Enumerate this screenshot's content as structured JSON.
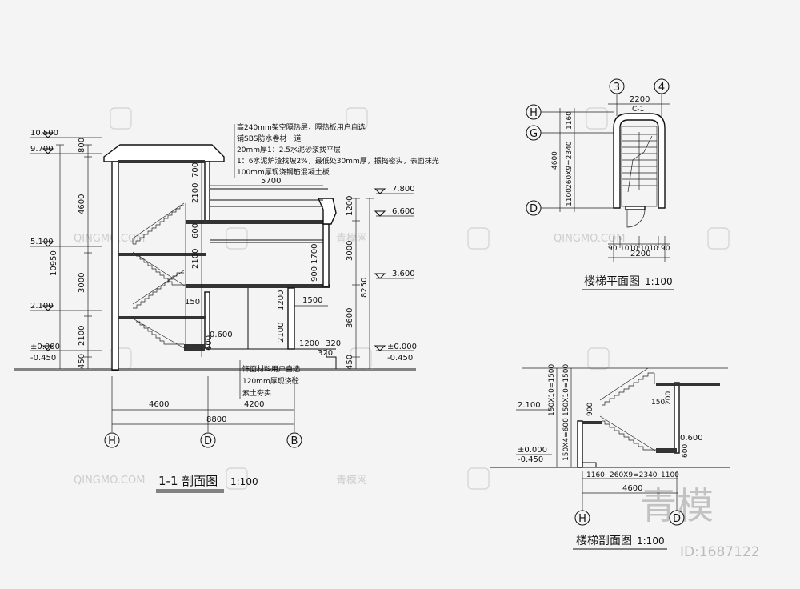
{
  "watermark": {
    "site": "QINGMO.COM",
    "cn": "青模网",
    "brand": "青模",
    "id": "ID:1687122"
  },
  "section11": {
    "title": "1-1 剖面图",
    "scale": "1:100",
    "elevations_left": [
      "10.500",
      "9.700",
      "5.100",
      "2.100",
      "±0.000",
      "-0.450"
    ],
    "elevations_right": [
      "7.800",
      "6.600",
      "3.600",
      "±0.000",
      "-0.450"
    ],
    "elev_0600": "0.600",
    "dims_left_v": [
      "800",
      "4600",
      "3000",
      "2100",
      "450"
    ],
    "dim_total_left": "10950",
    "dims_inner_v": [
      "700",
      "2100",
      "600",
      "2100",
      "150",
      "600"
    ],
    "dims_right_v": [
      "1200",
      "3000",
      "3600",
      "450"
    ],
    "dim_total_right": "8250",
    "dims_mid_v": [
      "1700",
      "900",
      "1200",
      "2100"
    ],
    "dim_5700": "5700",
    "dim_1500": "1500",
    "dim_1200": "1200",
    "dim_320a": "320",
    "dim_320b": "320",
    "dims_h": [
      "4600",
      "4200"
    ],
    "dim_total_h": "8800",
    "axes": [
      "H",
      "D",
      "B"
    ],
    "roof_notes": [
      "高240mm架空隔热层，隔热板用户自选",
      "铺SBS防水卷材一道",
      "20mm厚1：2.5水泥砂浆找平层",
      "1：6水泥炉渣找坡2%，最低处30mm厚，振捣密实，表面抹光",
      "100mm厚现浇钢筋混凝土板"
    ],
    "floor_notes": [
      "饰面材料用户自选",
      "120mm厚现浇砼",
      "素土夯实"
    ]
  },
  "stair_plan": {
    "title": "楼梯平面图",
    "scale": "1:100",
    "axes_top": [
      "3",
      "4"
    ],
    "axes_left": [
      "H",
      "G",
      "D"
    ],
    "dim_top": "2200",
    "window": "C-1",
    "dims_v": [
      "1160",
      "260X9=2340",
      "1100"
    ],
    "dim_total_v": "4600",
    "dims_bottom": [
      "90",
      "1010",
      "1010",
      "90"
    ],
    "dim_bottom_total": "2200"
  },
  "stair_section": {
    "title": "楼梯剖面图",
    "scale": "1:100",
    "elevations": [
      "2.100",
      "±0.000",
      "-0.450"
    ],
    "elev_0600": "0.600",
    "dims_v": [
      "150X10=1500",
      "150X10=1500",
      "150X4=600"
    ],
    "dims_inner": [
      "900",
      "150",
      "200",
      "600"
    ],
    "dims_h": [
      "1160",
      "260X9=2340",
      "1100"
    ],
    "dim_total_h": "4600",
    "axes": [
      "H",
      "D"
    ]
  }
}
